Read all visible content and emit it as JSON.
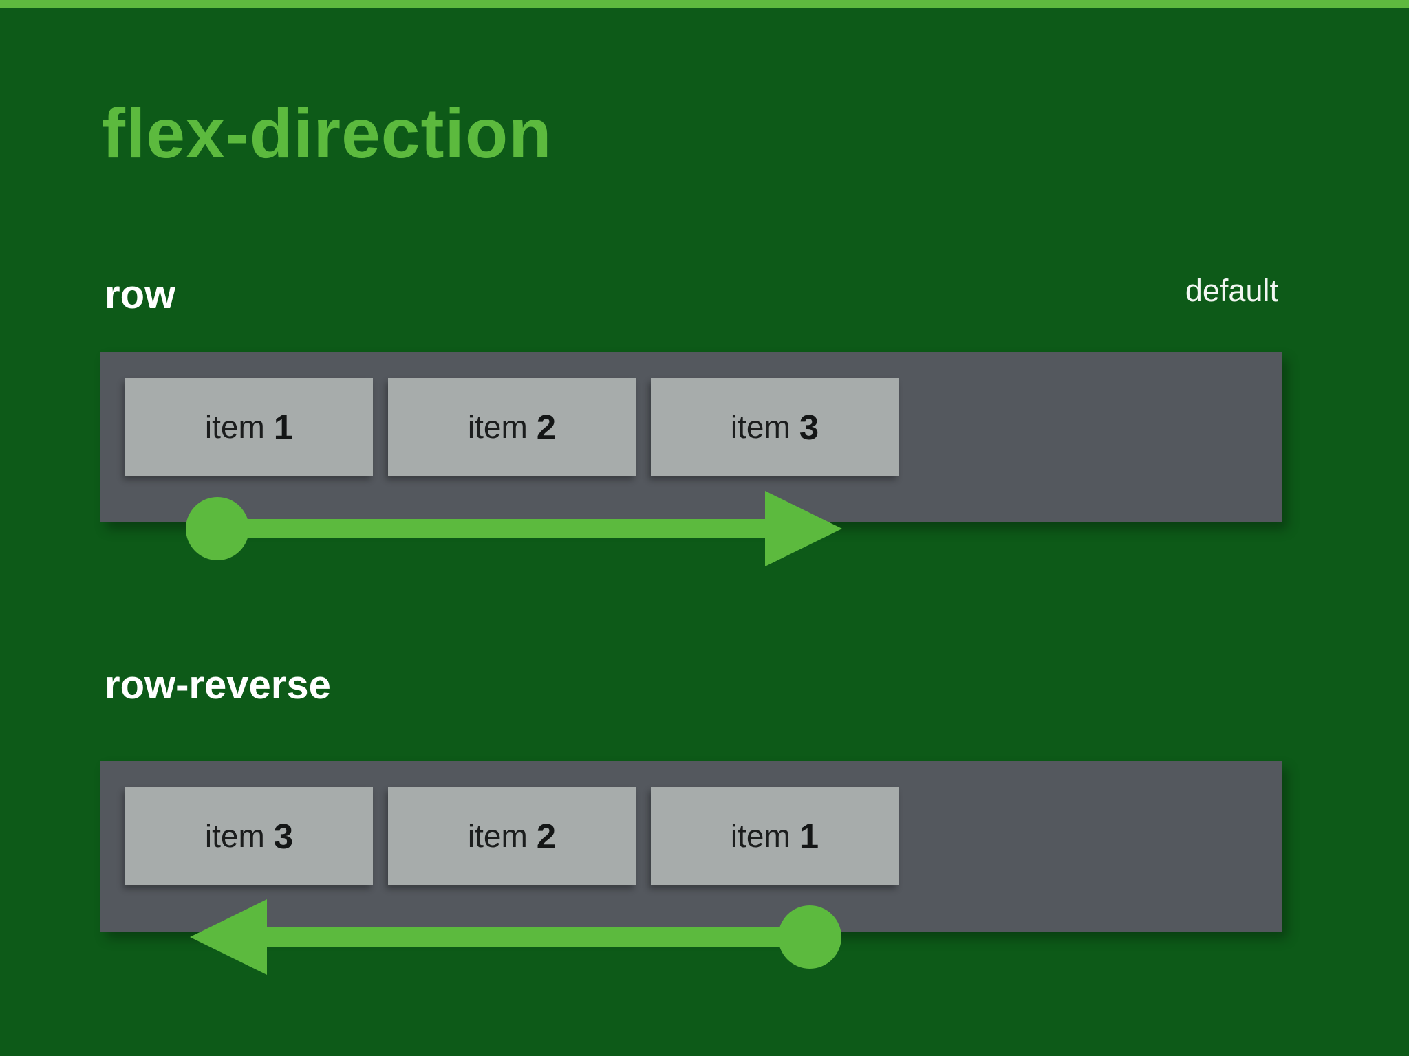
{
  "slide": {
    "title": "flex-direction",
    "colors": {
      "accent_green": "#5cba3e",
      "top_bar_green": "#5eb93f",
      "background_green": "#0d5a18",
      "container_gray": "#54585e",
      "item_gray": "#a7acab",
      "label_white": "#ffffff",
      "item_text_dark": "#1b1d1d"
    }
  },
  "sections": [
    {
      "label": "row",
      "badge": "default",
      "arrow_direction": "right",
      "items": [
        {
          "prefix": "item",
          "number": "1"
        },
        {
          "prefix": "item",
          "number": "2"
        },
        {
          "prefix": "item",
          "number": "3"
        }
      ]
    },
    {
      "label": "row-reverse",
      "arrow_direction": "left",
      "items": [
        {
          "prefix": "item",
          "number": "3"
        },
        {
          "prefix": "item",
          "number": "2"
        },
        {
          "prefix": "item",
          "number": "1"
        }
      ]
    }
  ]
}
